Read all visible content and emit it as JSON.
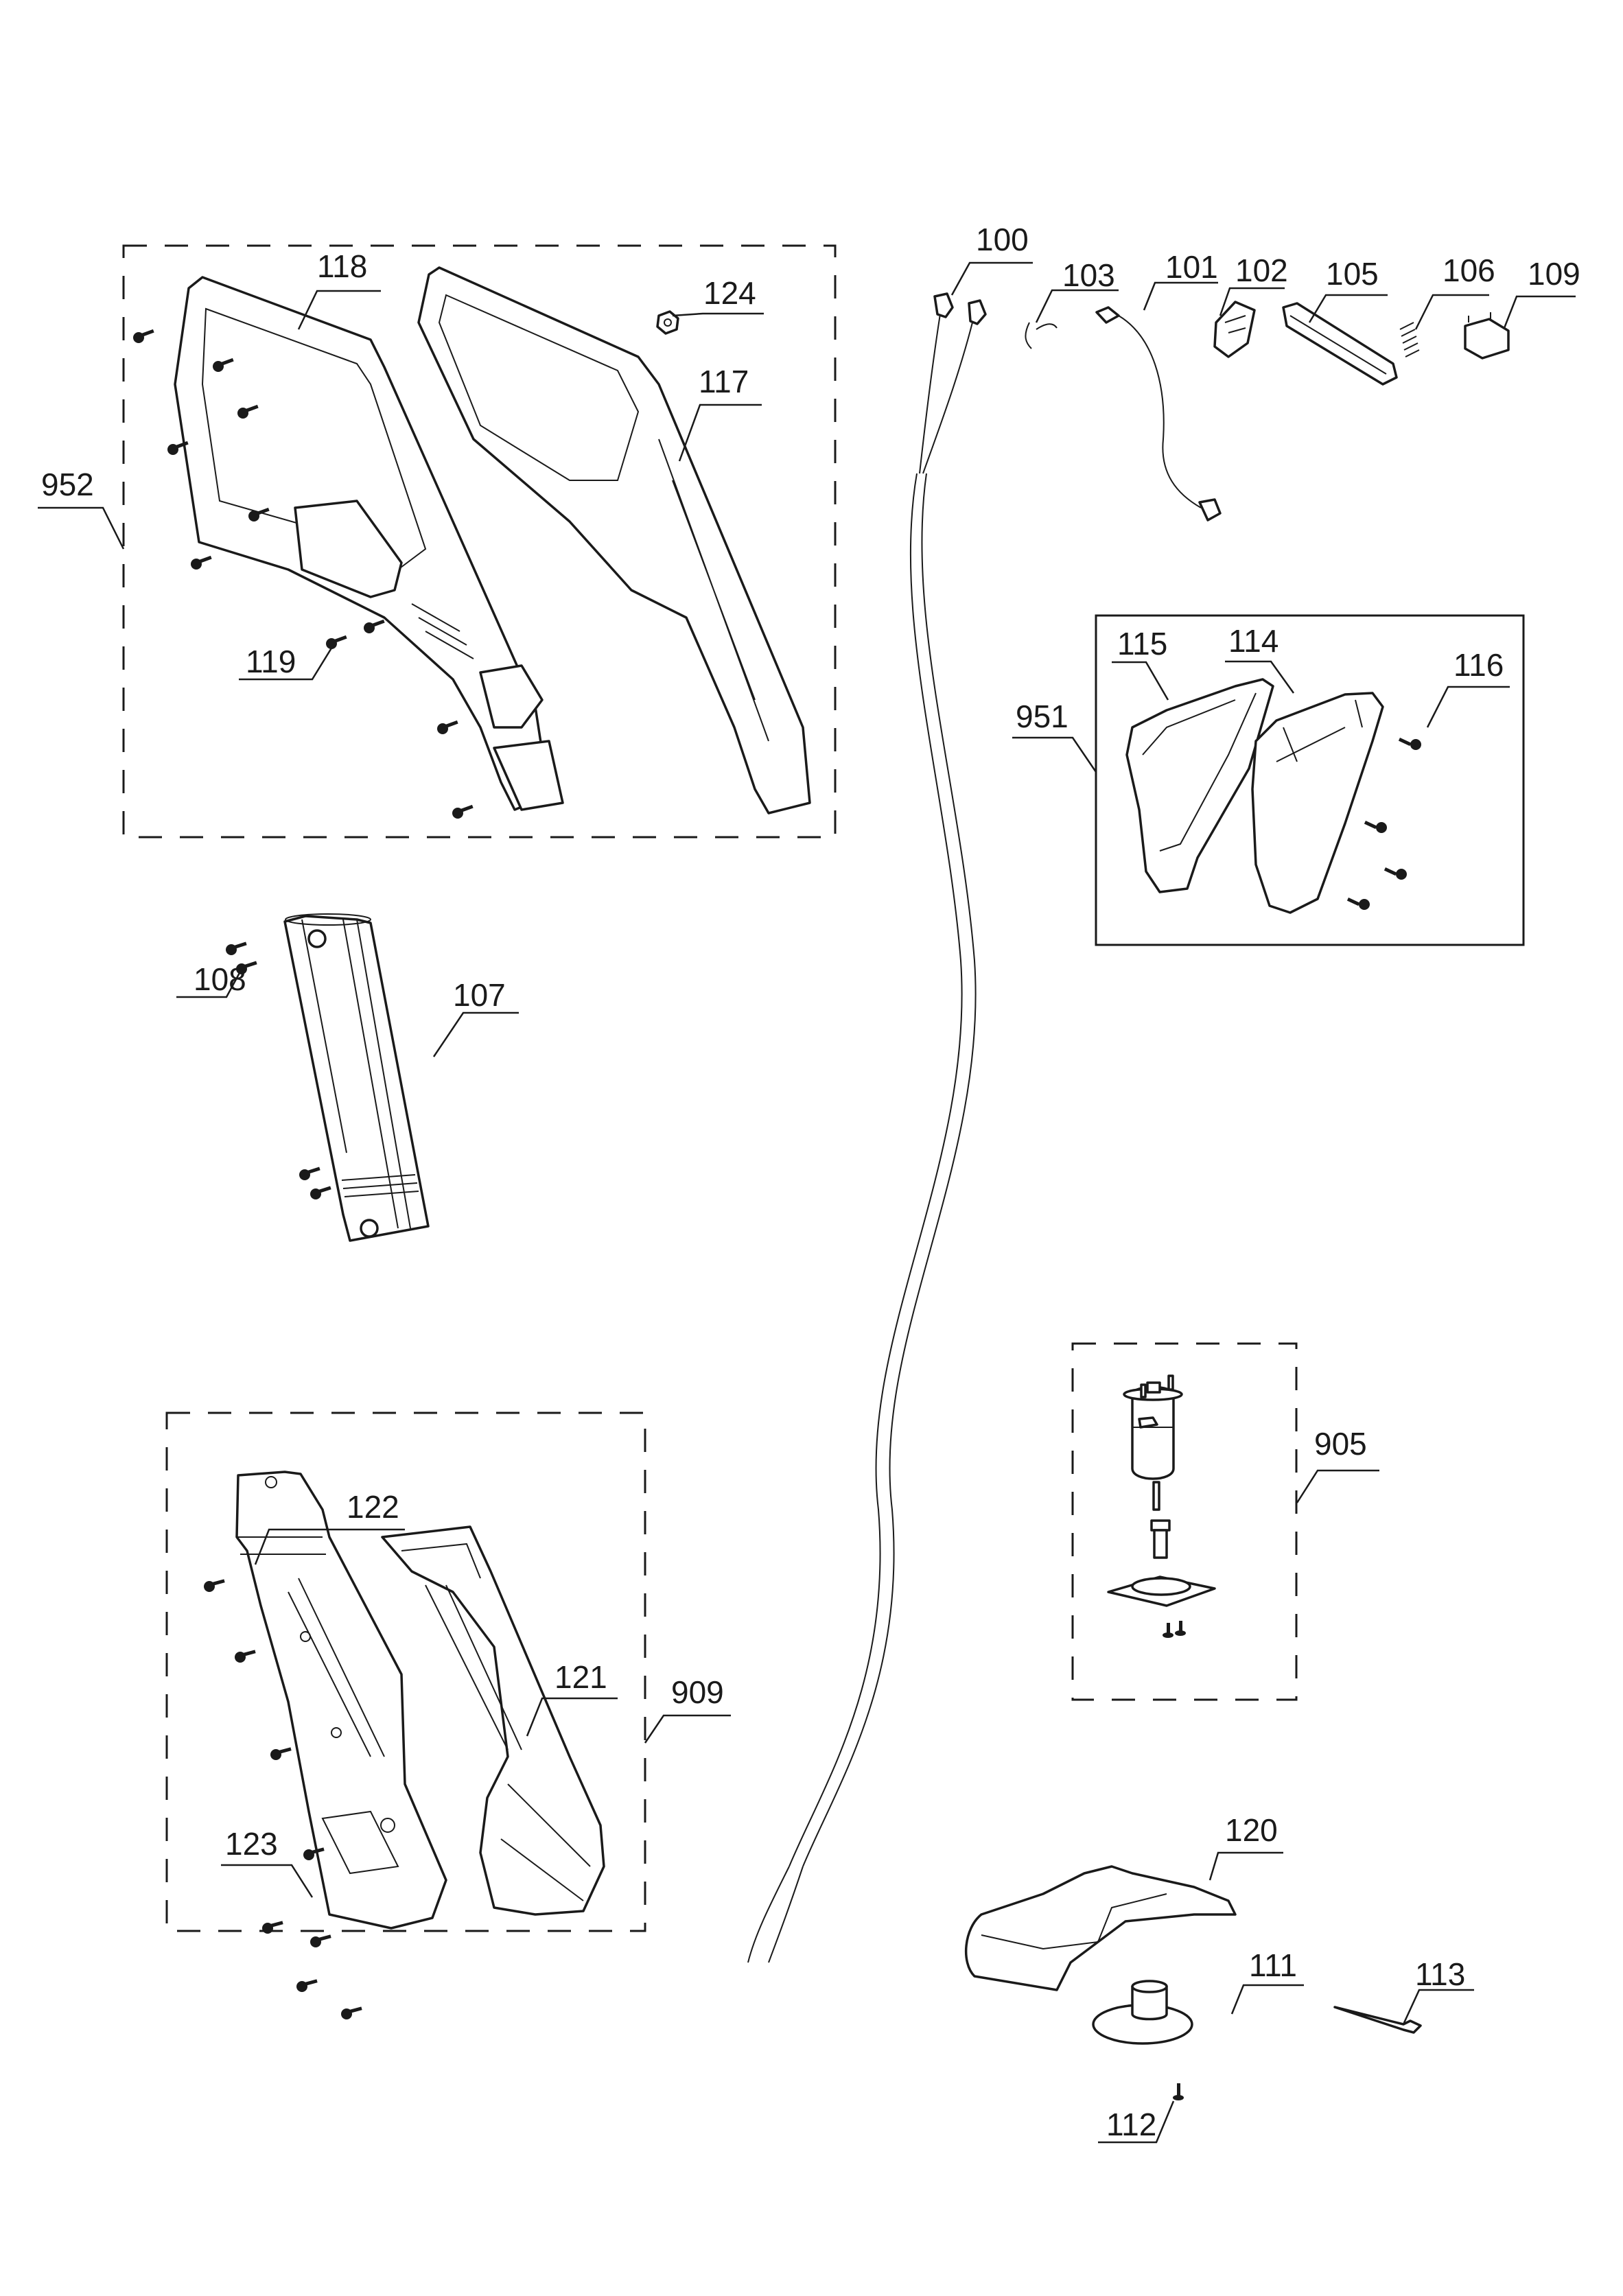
{
  "diagram": {
    "title": "Grass trimmer exploded parts diagram",
    "part_labels": {
      "p100": "100",
      "p101": "101",
      "p102": "102",
      "p103": "103",
      "p105": "105",
      "p106": "106",
      "p107": "107",
      "p108": "108",
      "p109": "109",
      "p111": "111",
      "p112": "112",
      "p113": "113",
      "p114": "114",
      "p115": "115",
      "p116": "116",
      "p117": "117",
      "p118": "118",
      "p119": "119",
      "p120": "120",
      "p121": "121",
      "p122": "122",
      "p123": "123",
      "p124": "124",
      "g905": "905",
      "g909": "909",
      "g951": "951",
      "g952": "952"
    },
    "groups": [
      {
        "id": "952",
        "style": "dashed",
        "contains": [
          "117",
          "118",
          "119",
          "124"
        ]
      },
      {
        "id": "951",
        "style": "solid",
        "contains": [
          "114",
          "115",
          "116"
        ]
      },
      {
        "id": "909",
        "style": "dashed",
        "contains": [
          "121",
          "122",
          "123"
        ]
      },
      {
        "id": "905",
        "style": "dashed",
        "contains": [
          "motor",
          "motor-coupling",
          "motor-plate",
          "plate-screws"
        ]
      }
    ]
  }
}
